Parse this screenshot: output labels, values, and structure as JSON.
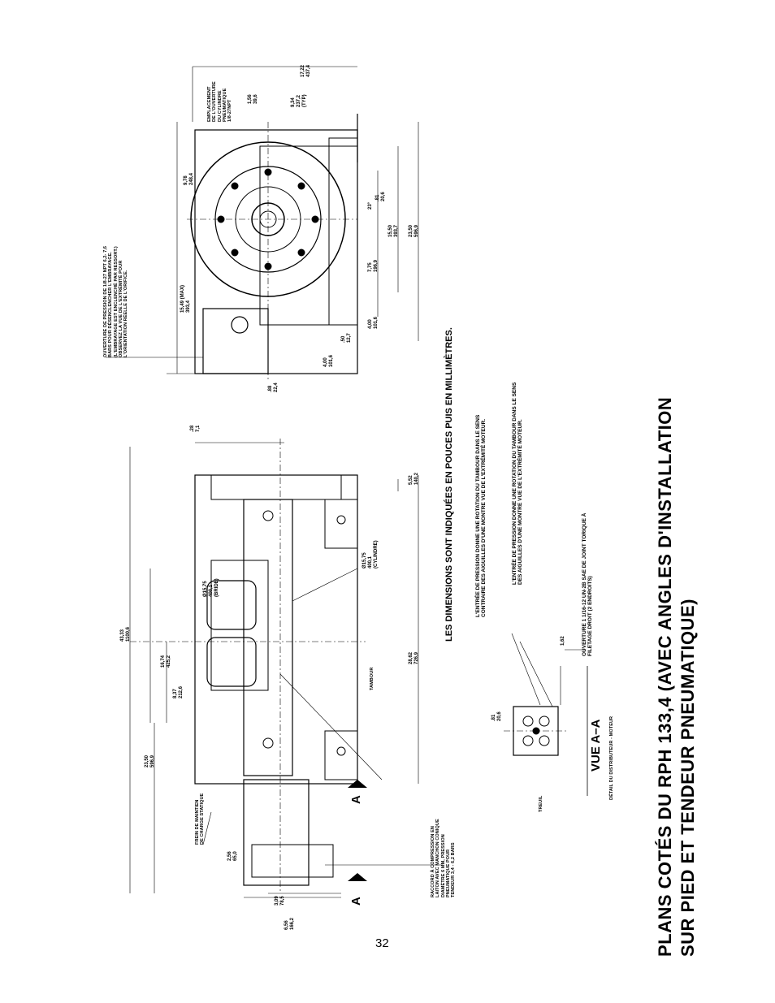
{
  "title": {
    "line1": "PLANS COTÉS DU RPH 133,4 (AVEC ANGLES D'INSTALLATION",
    "line2": "SUR PIED ET TENDEUR PNEUMATIQUE)"
  },
  "units_note": "LES DIMENSIONS SONT INDIQUÉES EN POUCES PUIS EN MILLIMÈTRES.",
  "page_number": "32",
  "notes": {
    "pressure_port": "OUVERTURE DE PRESSION DE 1/8-27 NPT 6,2- 7,6",
    "pressure_port_2": "BARS POUR DÉSENCLENCHER L'EMBRAYAGE.",
    "pressure_port_3": "(L'EMBRAYAGE EST ENCLENCHÉ PAR RESSORT.)",
    "pressure_port_4": "OBSERVEZ LA VUE DE L'EXTRÉMITÉ POUR",
    "pressure_port_5": "L'ORIENTATION RÉELLE DE L'ORIFICE.",
    "cylinder_location_1": "EMPLACEMENT",
    "cylinder_location_2": "DE L'OUVERTURE",
    "cylinder_location_3": "DU CYLINDRE",
    "cylinder_location_4": "PNEUMATIQUE",
    "cylinder_location_5": "1/8-27NPT",
    "brake_1": "FREIN DE MAINTIEN",
    "brake_2": "DE CHARGE STATIQUE",
    "fitting_1": "RACCORD À COMPRESSION EN",
    "fitting_2": "LAITON AVEC MANCHON CONIQUE",
    "fitting_3": "DIAMÈTRE 6 MM, PRESSION",
    "fitting_4": "PNEUMATIQUE POUR",
    "fitting_5": "TENDEUR 3,4 - 6,2 BARS",
    "entry_ccw_1": "L'ENTRÉE DE PRESSION DONNE UNE ROTATION DU TAMBOUR DANS LE SENS",
    "entry_ccw_2": "CONTRAIRE DES AIGUILLES D'UNE MONTRE VUE DE L'EXTRÉMITÉ MOTEUR.",
    "entry_cw_1": "L'ENTRÉE DE PRESSION DONNE UNE ROTATION DU TAMBOUR DANS LE SENS",
    "entry_cw_2": "DES AIGUILLES D'UNE MONTRE VUE DE L'EXTRÉMITÉ MOTEUR.",
    "opening_1": "OUVERTURE 1 1/16-12 UN-2B SAE DE JOINT TORIQUE À",
    "opening_2": "FILETAGE DROIT (2 ENDROITS)",
    "drum": "TAMBOUR",
    "winch": "TREUIL",
    "view_title": "VUE A–A",
    "view_sub": "DÉTAIL DU DISTRIBUTEUR - MOTEUR",
    "section_a": "A"
  },
  "dimensions": {
    "d1": "17,22",
    "d1b": "437,4",
    "d2": "9,34",
    "d2b": "237,2",
    "d2c": "(TYP)",
    "d3": "1,56",
    "d3b": "39,6",
    "d4": "9,78",
    "d4b": "248,4",
    "d5": ".81",
    "d5b": "20,6",
    "d6": "15,49 (MAX)",
    "d6b": "393,4",
    "d7": "7,75",
    "d7b": "196,9",
    "d8": "15,50",
    "d8b": "393,7",
    "d9": "23,50",
    "d9b": "596,9",
    "d10": "4,00",
    "d10b": "101,6",
    "d11": ".50",
    "d11b": "12,7",
    "d12": "4,00",
    "d12b": "101,6",
    "d13": ".88",
    "d13b": "22,4",
    "d14": ".28",
    "d14b": "7,1",
    "d15": "5,52",
    "d15b": "140,2",
    "d16": "28,62",
    "d16b": "726,9",
    "d17": "43,33",
    "d17b": "1100,6",
    "d18": "Ø15,75",
    "d18b": "400,1",
    "d18c": "(BRIDE)",
    "d19": "Ø15,75",
    "d19b": "400,1",
    "d19c": "(CYLINDRE)",
    "d20": "16,74",
    "d20b": "425,2",
    "d21": "8,37",
    "d21b": "212,6",
    "d22": "23,50",
    "d22b": "596,9",
    "d23": "2,56",
    "d23b": "65,0",
    "d24": "3,09",
    "d24b": "78,5",
    "d25": "6,56",
    "d25b": "166,2",
    "d26": "1,62",
    "d27": ".81",
    "d27b": "20,6",
    "angle": "23°"
  }
}
